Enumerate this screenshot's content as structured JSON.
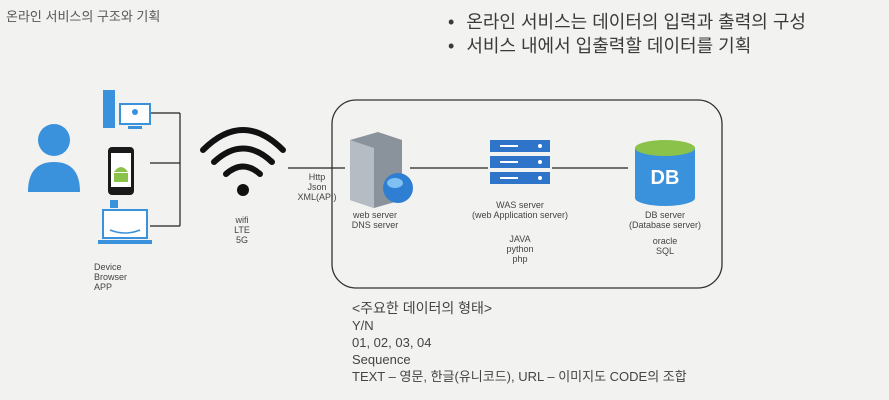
{
  "title": "온라인 서비스의 구조와 기획",
  "bullets": [
    "온라인 서비스는 데이터의 입력과 출력의 구성",
    "서비스 내에서 입출력할 데이터를 기획"
  ],
  "client": {
    "lines": [
      "Device",
      "Browser",
      "APP"
    ]
  },
  "network": {
    "lines": [
      "wifi",
      "LTE",
      "5G"
    ]
  },
  "protocol": {
    "lines": [
      "Http",
      "Json",
      "XML(API)"
    ]
  },
  "web_server": {
    "lines": [
      "web server",
      "DNS server"
    ]
  },
  "was_server": {
    "lines": [
      "WAS server",
      "(web Application server)"
    ],
    "tech": [
      "JAVA",
      "python",
      "php"
    ]
  },
  "db_server": {
    "lines": [
      "DB server",
      "(Database server)"
    ],
    "tech": [
      "oracle",
      "SQL"
    ],
    "logo": "DB"
  },
  "notes": {
    "heading": "<주요한 데이터의 형태>",
    "lines": [
      "Y/N",
      "01, 02, 03, 04",
      "Sequence",
      "TEXT – 영문, 한글(유니코드), URL – 이미지도 CODE의 조합"
    ]
  },
  "colors": {
    "blue": "#3a92dc",
    "dark": "#1a1a1a",
    "green": "#8bc34a",
    "gray": "#6e7682"
  }
}
